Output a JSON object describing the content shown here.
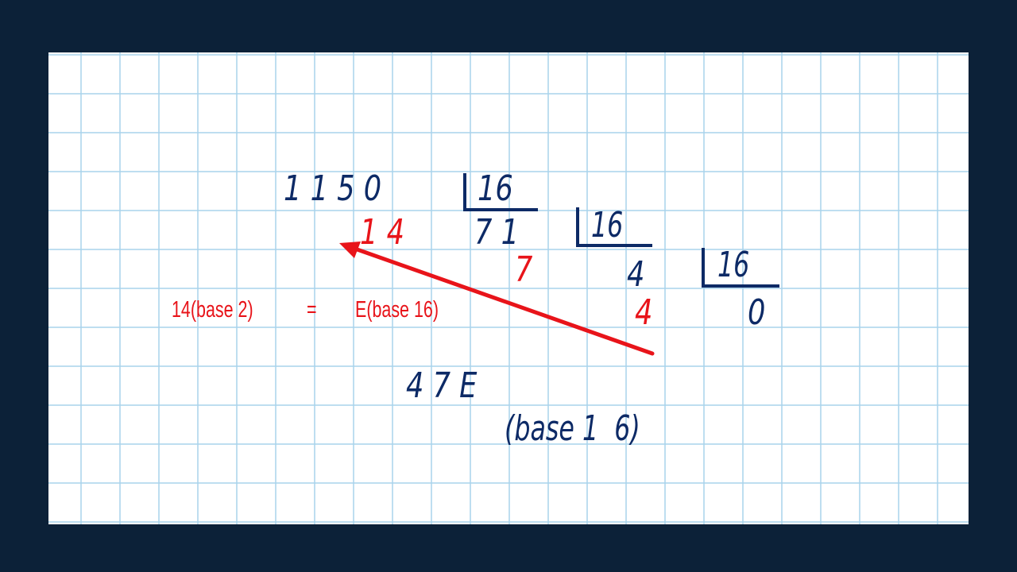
{
  "colors": {
    "background": "#0c2138",
    "paper": "#ffffff",
    "grid": "#a9d4ec",
    "ink_blue": "#0d2a66",
    "ink_red": "#e8141a"
  },
  "division": {
    "dividend": "1 1 5 0",
    "divisor_1": "16",
    "remainder_1": "1 4",
    "quotient_1": "7 1",
    "divisor_2": "16",
    "remainder_2": "7",
    "quotient_2": "4",
    "divisor_3": "16",
    "remainder_3": "4",
    "quotient_3": "0"
  },
  "note": {
    "left": "14(base 2)",
    "equals": "=",
    "right": "E(base 16)"
  },
  "result": {
    "value": "4 7 E",
    "base_label": "(base 1  6)"
  }
}
